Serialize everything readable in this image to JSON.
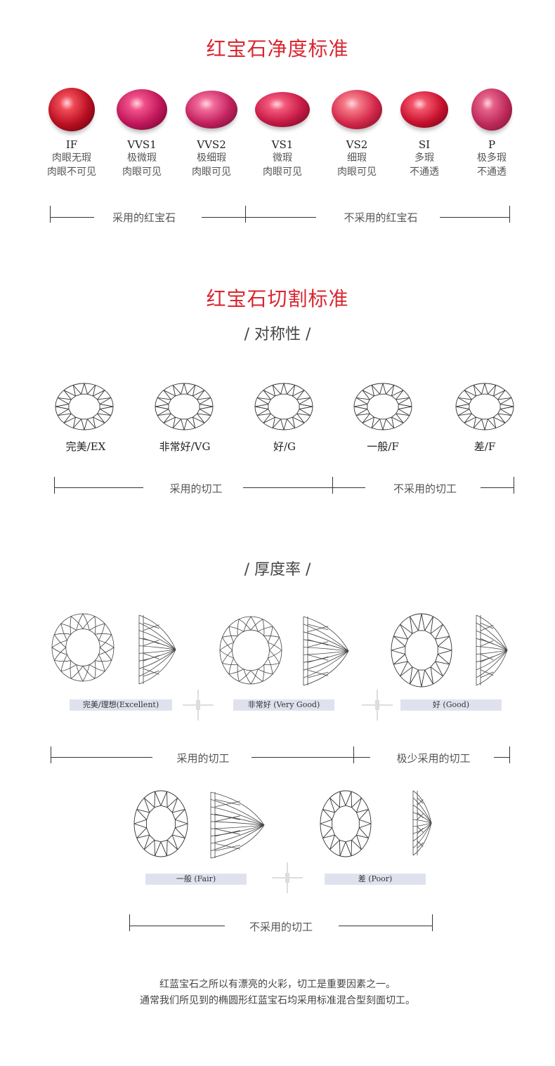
{
  "clarity": {
    "title": "红宝石净度标准",
    "gems": [
      {
        "grade": "IF",
        "line1": "肉眼无瑕",
        "line2": "肉眼不可见"
      },
      {
        "grade": "VVS1",
        "line1": "极微瑕",
        "line2": "肉眼可见"
      },
      {
        "grade": "VVS2",
        "line1": "极细瑕",
        "line2": "肉眼可见"
      },
      {
        "grade": "VS1",
        "line1": "微瑕",
        "line2": "肉眼可见"
      },
      {
        "grade": "VS2",
        "line1": "细瑕",
        "line2": "肉眼可见"
      },
      {
        "grade": "SI",
        "line1": "多瑕",
        "line2": "不通透"
      },
      {
        "grade": "P",
        "line1": "极多瑕",
        "line2": "不通透"
      }
    ],
    "adopted": "采用的红宝石",
    "not_adopted": "不采用的红宝石"
  },
  "cut": {
    "title": "红宝石切割标准",
    "symmetry_heading": "/ 对称性 /",
    "symmetry_labels": [
      "完美/EX",
      "非常好/VG",
      "好/G",
      "一般/F",
      "差/F"
    ],
    "adopted": "采用的切工",
    "not_adopted": "不采用的切工",
    "depth_heading": "/ 厚度率 /",
    "depth_tags_top": [
      "完美/理想(Excellent)",
      "非常好 (Very Good)",
      "好 (Good)"
    ],
    "depth_adopted": "采用的切工",
    "depth_rarely": "极少采用的切工",
    "depth_tags_bottom": [
      "一般 (Fair)",
      "差 (Poor)"
    ],
    "depth_not_adopted": "不采用的切工"
  },
  "footer": {
    "line1": "红蓝宝石之所以有漂亮的火彩，切工是重要因素之一。",
    "line2": "通常我们所见到的椭圆形红蓝宝石均采用标准混合型刻面切工。"
  },
  "colors": {
    "accent": "#d8262f",
    "ruby": "#c81e3c",
    "tag_bg": "#dfe2ee"
  }
}
